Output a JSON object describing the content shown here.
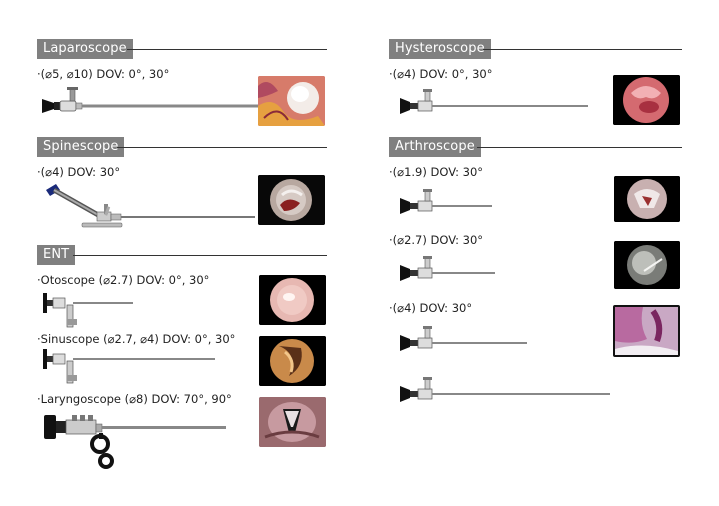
{
  "laparoscope": {
    "title": "Laparoscope",
    "spec": "·(⌀5, ⌀10) DOV: 0°, 30°"
  },
  "spinescope": {
    "title": "Spinescope",
    "spec": "·(⌀4) DOV: 30°"
  },
  "ent": {
    "title": "ENT",
    "otoscope": "·Otoscope (⌀2.7) DOV: 0°, 30°",
    "sinuscope": "·Sinuscope (⌀2.7, ⌀4) DOV: 0°, 30°",
    "laryngoscope": "·Laryngoscope (⌀8) DOV: 70°, 90°"
  },
  "hysteroscope": {
    "title": "Hysteroscope",
    "spec": "·(⌀4) DOV: 0°, 30°"
  },
  "arthroscope": {
    "title": "Arthroscope",
    "spec_1": "·(⌀1.9) DOV: 30°",
    "spec_2": "·(⌀2.7) DOV: 30°",
    "spec_3": "·(⌀4) DOV: 30°"
  }
}
